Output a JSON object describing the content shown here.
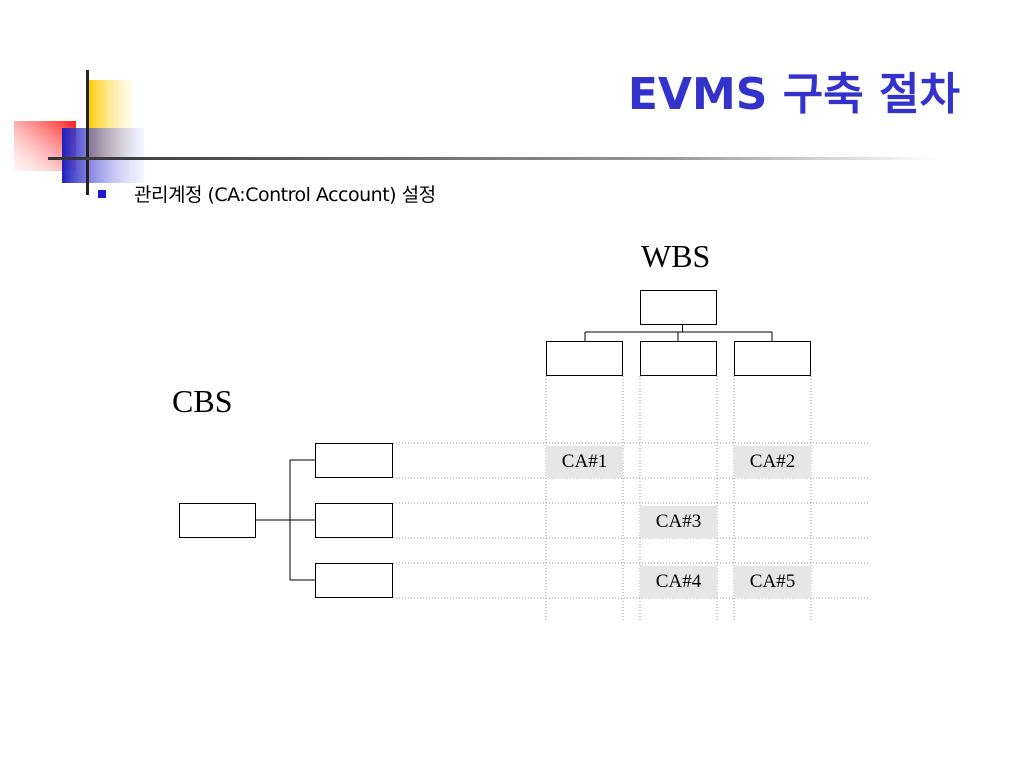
{
  "slide": {
    "title": "EVMS 구축 절차",
    "bullet": "관리계정 (CA:Control Account) 설정"
  },
  "diagram": {
    "wbs_label": "WBS",
    "cbs_label": "CBS",
    "control_accounts": [
      {
        "label": "CA#1",
        "row": 1,
        "column": 1
      },
      {
        "label": "CA#2",
        "row": 1,
        "column": 3
      },
      {
        "label": "CA#3",
        "row": 2,
        "column": 2
      },
      {
        "label": "CA#4",
        "row": 3,
        "column": 2
      },
      {
        "label": "CA#5",
        "row": 3,
        "column": 3
      }
    ]
  },
  "colors": {
    "title": "#3333cc",
    "bullet": "#1a1acc",
    "ca_fill": "#e6e6e6",
    "decor_yellow": "#ffd21e",
    "decor_blue": "#2020c0",
    "decor_red": "#ff2222"
  }
}
